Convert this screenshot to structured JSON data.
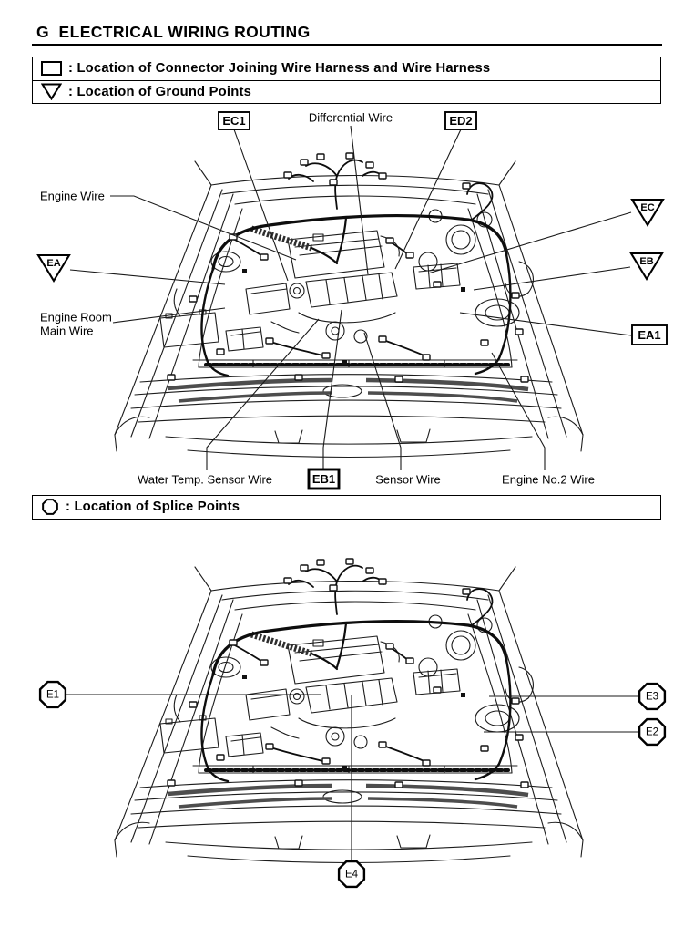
{
  "header": {
    "title": "G  ELECTRICAL WIRING ROUTING"
  },
  "colors": {
    "ink": "#000000",
    "splice_leader_gray": "#8e8e8e"
  },
  "legend": {
    "connector_symbol": "rectangle-outline-icon",
    "connector_label": ": Location of Connector Joining Wire Harness and Wire Harness",
    "ground_symbol": "triangle-down-outline-icon",
    "ground_label": ": Location of Ground Points",
    "splice_symbol": "octagon-outline-icon",
    "splice_label": ": Location of Splice Points"
  },
  "top_diagram": {
    "connector_boxes": {
      "ec1": "EC1",
      "ed2": "ED2",
      "ea1": "EA1",
      "eb1": "EB1"
    },
    "ground_triangles": {
      "ea": "EA",
      "ec": "EC",
      "eb": "EB"
    },
    "wire_labels": {
      "differential": "Differential Wire",
      "engine": "Engine Wire",
      "engine_room_main_1": "Engine Room",
      "engine_room_main_2": "Main Wire",
      "water_temp": "Water Temp. Sensor Wire",
      "sensor": "Sensor Wire",
      "engine_no2": "Engine No.2 Wire"
    }
  },
  "bottom_diagram": {
    "splice_points": {
      "e1": "E1",
      "e2": "E2",
      "e3": "E3",
      "e4": "E4"
    }
  }
}
